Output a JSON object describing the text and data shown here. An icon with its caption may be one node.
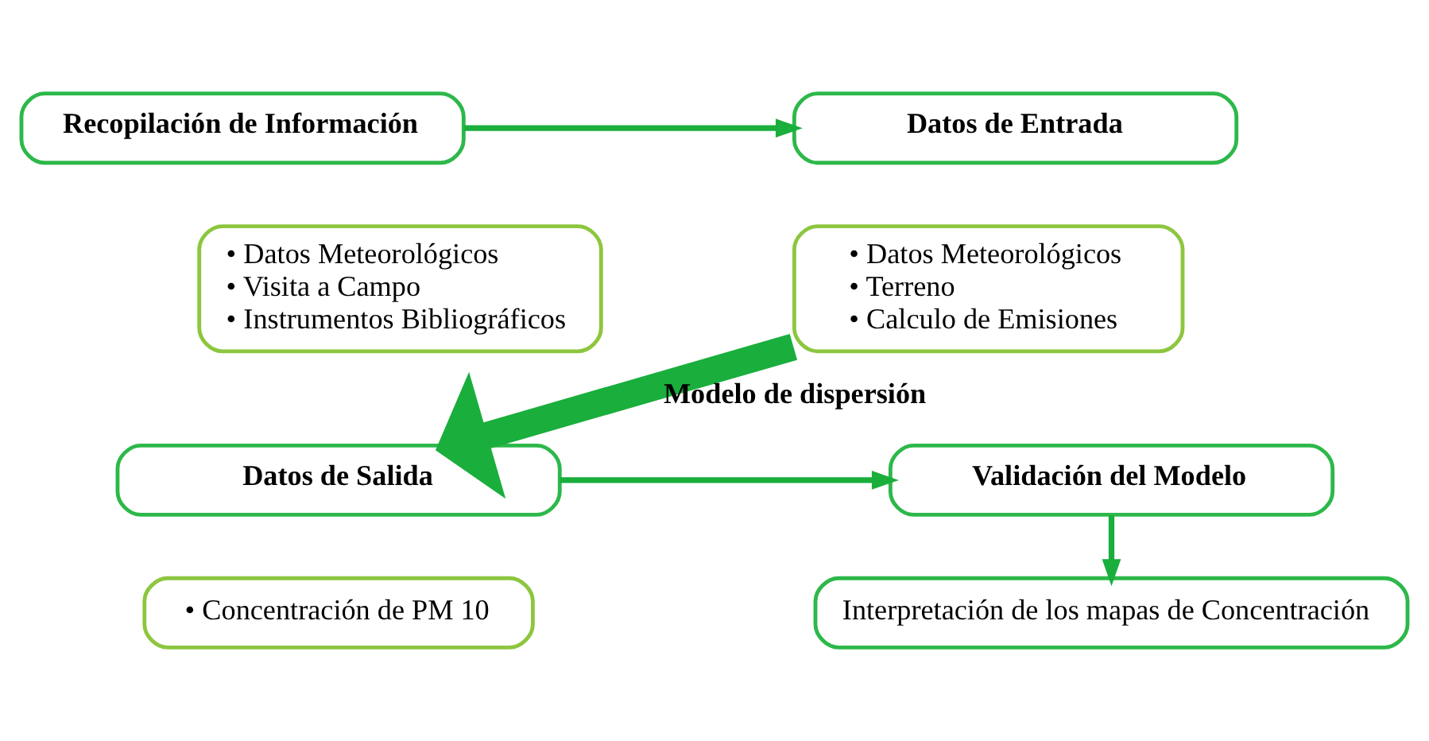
{
  "diagram": {
    "nodes": [
      {
        "text": [
          "Recopilación de Información"
        ]
      },
      {
        "text": [
          "Datos de Entrada"
        ]
      },
      {
        "text": [
          "• Datos Meteorológicos",
          "• Visita a Campo",
          "• Instrumentos Bibliográficos"
        ]
      },
      {
        "text": [
          "• Datos Meteorológicos",
          "• Terreno",
          "• Calculo de Emisiones"
        ]
      },
      {
        "text": [
          "Validación del Modelo"
        ]
      },
      {
        "text": [
          "Datos de Salida"
        ]
      },
      {
        "text": [
          "Interpretación de los mapas de Concentración"
        ]
      },
      {
        "text": [
          "• Concentración de PM 10"
        ]
      }
    ],
    "edges": [
      {
        "from": 0,
        "to": 1,
        "arrow": "to"
      },
      {
        "from": 3,
        "to": 5,
        "arrow": "to",
        "label": "Modelo de dispersión",
        "style": "thick"
      },
      {
        "from": 5,
        "to": 4,
        "arrow": "to"
      },
      {
        "from": 4,
        "to": 6,
        "arrow": "to"
      }
    ]
  }
}
